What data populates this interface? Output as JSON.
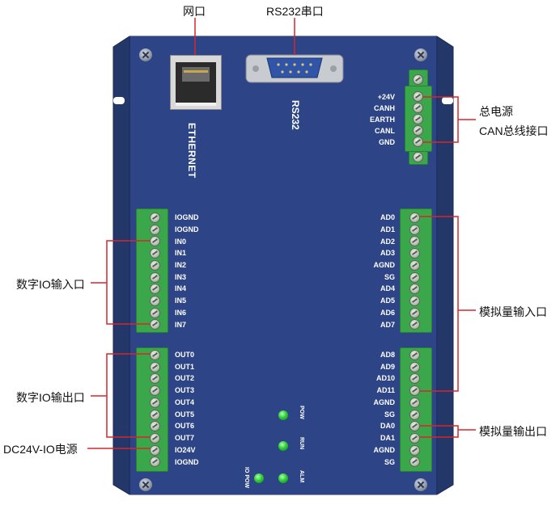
{
  "callouts": {
    "ethernet_port": "网口",
    "rs232_port": "RS232串口",
    "main_power": "总电源",
    "can_interface": "CAN总线接口",
    "digital_input": "数字IO输入口",
    "analog_input": "模拟量输入口",
    "digital_output": "数字IO输出口",
    "analog_output": "模拟量输出口",
    "io_power": "DC24V-IO电源"
  },
  "panel_labels": {
    "ethernet": "ETHERNET",
    "rs232": "RS232"
  },
  "power_can_pins": [
    "+24V",
    "CANH",
    "EARTH",
    "CANL",
    "GND"
  ],
  "digital_input_pins": [
    "IOGND",
    "IOGND",
    "IN0",
    "IN1",
    "IN2",
    "IN3",
    "IN4",
    "IN5",
    "IN6",
    "IN7"
  ],
  "digital_output_pins": [
    "OUT0",
    "OUT1",
    "OUT2",
    "OUT3",
    "OUT4",
    "OUT5",
    "OUT6",
    "OUT7",
    "IO24V",
    "IOGND"
  ],
  "analog_input_pins": [
    "AD0",
    "AD1",
    "AD2",
    "AD3",
    "AGND",
    "SG",
    "AD4",
    "AD5",
    "AD6",
    "AD7"
  ],
  "analog_output_pins": [
    "AD8",
    "AD9",
    "AD10",
    "AD11",
    "AGND",
    "SG",
    "DA0",
    "DA1",
    "AGND",
    "SG"
  ],
  "leds": {
    "pow": "POW",
    "run": "RUN",
    "alm": "ALM",
    "io_pow": "IO POW"
  },
  "colors": {
    "panel": "#2d4486",
    "terminal": "#3aa84a",
    "led": "#2ecf3a"
  }
}
